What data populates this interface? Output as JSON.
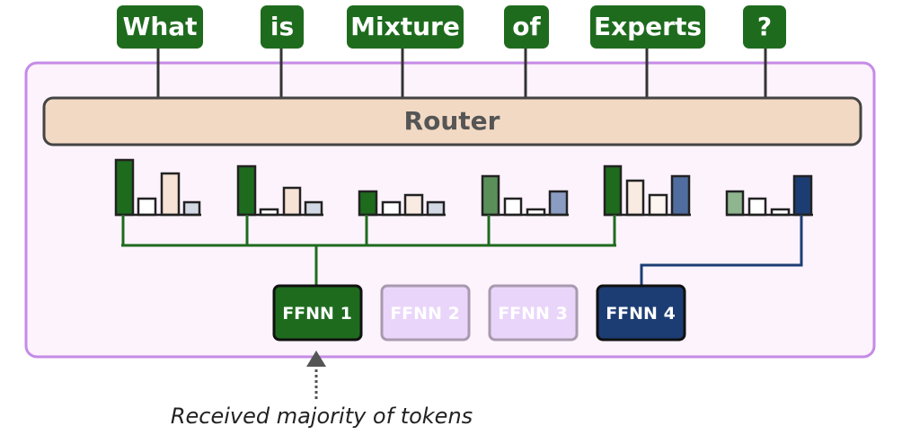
{
  "tokens": [
    "What",
    "is",
    "Mixture",
    "of",
    "Experts",
    "?"
  ],
  "router": {
    "label": "Router"
  },
  "experts": [
    {
      "label": "FFNN 1",
      "state": "active-green"
    },
    {
      "label": "FFNN 2",
      "state": "inactive"
    },
    {
      "label": "FFNN 3",
      "state": "inactive"
    },
    {
      "label": "FFNN 4",
      "state": "active-blue"
    }
  ],
  "annotation": {
    "text": "Received majority of tokens"
  },
  "routing": {
    "token_to_expert": [
      1,
      1,
      1,
      1,
      1,
      4
    ],
    "note": ""
  },
  "colors": {
    "green": "#1e6b1e",
    "blue": "#1c3d73",
    "router_fill": "#f2d9c4",
    "panel_border": "#c58be6",
    "panel_fill": "#fdf3fd",
    "inactive_fill": "#ead5fa",
    "inactive_border": "#a89aae"
  },
  "icons": {
    "annotation_arrow": "dotted-up-arrow-icon",
    "score_bars": "bar-chart-icon"
  }
}
